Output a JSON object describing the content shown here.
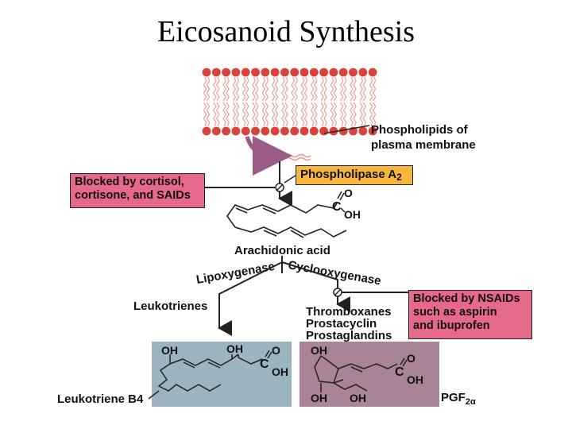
{
  "title": "Eicosanoid Synthesis",
  "membrane_label_1": "Phospholipids of",
  "membrane_label_2": "plasma membrane",
  "enzyme": {
    "main": "Phospholipase A",
    "sub": "2"
  },
  "blocked_top": {
    "line1": "Blocked by cortisol,",
    "line2": "cortisone, and SAIDs"
  },
  "arachidonic_acid": "Arachidonic acid",
  "lipoxygenase": "Lipoxygenase",
  "cyclooxygenase": "Cyclooxygenase",
  "leukotrienes": "Leukotrienes",
  "products": [
    "Thromboxanes",
    "Prostacyclin",
    "Prostaglandins"
  ],
  "blocked_right": {
    "line1": "Blocked by NSAIDs",
    "line2": "such as aspirin",
    "line3": "and ibuprofen"
  },
  "leukotriene_b4": "Leukotriene B4",
  "pgf": {
    "main": "PGF",
    "sub": "2α"
  },
  "groups": {
    "oh": "OH",
    "o": "O",
    "c": "C"
  },
  "colors": {
    "membrane_head": "#d9433a",
    "blocked_box": "#e7698a",
    "enzyme_box": "#f7b73c",
    "leukotriene_panel": "#9bb4c0",
    "pgf_panel": "#a98398",
    "arrow": "#9b5b86"
  }
}
